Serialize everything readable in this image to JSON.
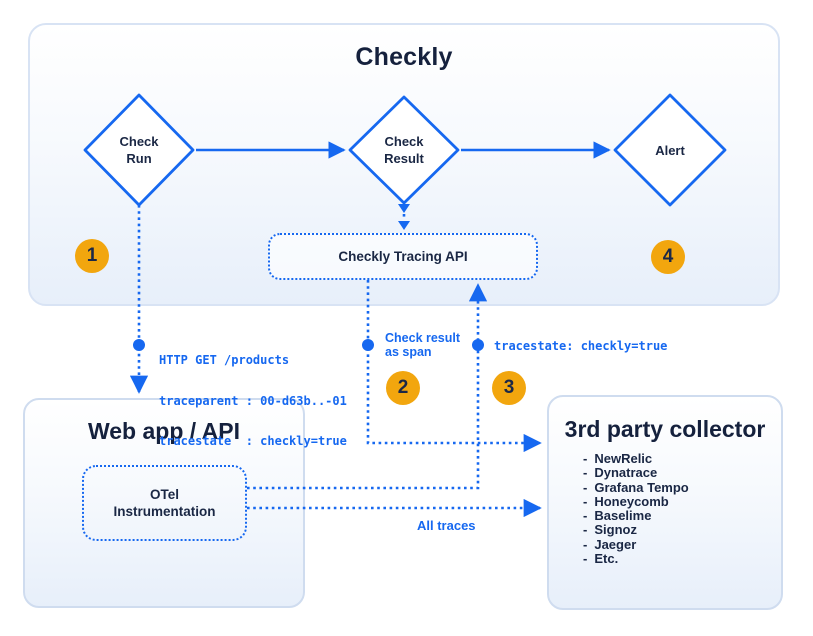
{
  "colors": {
    "blue": "#1668f0",
    "navy": "#15213d",
    "orange": "#f2a60e",
    "panel_border": "#d8e3f4"
  },
  "checkly_panel": {
    "title": "Checkly"
  },
  "nodes": {
    "check_run": "Check\nRun",
    "check_result": "Check\nResult",
    "alert": "Alert",
    "tracing_api": "Checkly Tracing API",
    "otel": "OTel\nInstrumentation"
  },
  "badges": {
    "step1": "1",
    "step2": "2",
    "step3": "3",
    "step4": "4"
  },
  "annotations": {
    "http_line1": "HTTP GET /products",
    "http_line2": "traceparent : 00-d63b..-01",
    "http_line3": "tracestate  : checkly=true",
    "check_result_as_span": "Check result\nas span",
    "tracestate_label": "tracestate: checkly=true",
    "all_traces": "All traces"
  },
  "web_app": {
    "title": "Web app / API"
  },
  "collector": {
    "title": "3rd party collector",
    "bullet": "-",
    "items": [
      "NewRelic",
      "Dynatrace",
      "Grafana Tempo",
      "Honeycomb",
      "Baselime",
      "Signoz",
      "Jaeger",
      "Etc."
    ]
  }
}
